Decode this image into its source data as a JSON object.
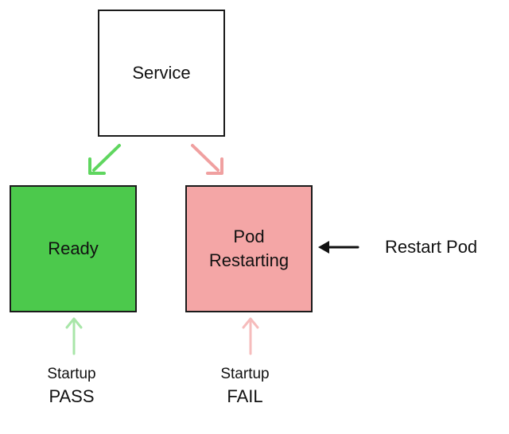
{
  "service": {
    "label": "Service"
  },
  "ready": {
    "label": "Ready",
    "fill": "#4cc94c"
  },
  "pod": {
    "line1": "Pod",
    "line2": "Restarting",
    "fill": "#f4a6a6"
  },
  "startup_pass": {
    "word": "Startup",
    "status": "PASS"
  },
  "startup_fail": {
    "word": "Startup",
    "status": "FAIL"
  },
  "restart": {
    "label": "Restart Pod"
  },
  "colors": {
    "green_arrow": "#5fd65f",
    "light_green_arrow": "#a8e6a8",
    "pink_arrow": "#f0a0a0",
    "light_pink_arrow": "#f6bcbc",
    "black_arrow": "#111111"
  }
}
